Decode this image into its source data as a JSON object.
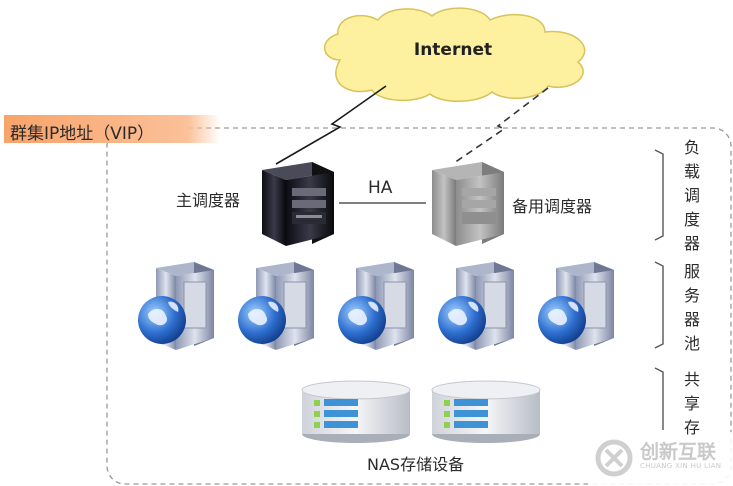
{
  "cloud": {
    "label": "Internet"
  },
  "vip": {
    "label": "群集IP地址（VIP）"
  },
  "primary": {
    "label": "主调度器"
  },
  "backup": {
    "label": "备用调度器"
  },
  "ha": {
    "label": "HA"
  },
  "storage": {
    "label": "NAS存储设备"
  },
  "groups": [
    {
      "label": "负载调度器",
      "chars": [
        "负",
        "载",
        "调",
        "度",
        "器"
      ]
    },
    {
      "label": "服务器池",
      "chars": [
        "服",
        "务",
        "器",
        "池"
      ]
    },
    {
      "label": "共享存",
      "chars": [
        "共",
        "享",
        "存"
      ]
    }
  ],
  "watermark": {
    "text": "创新互联",
    "sub": "CHUANG XIN HU LIAN"
  },
  "colors": {
    "vip_bar": "#f8a36a",
    "cloud": "#fdf1a0",
    "disk": "#3d93d6",
    "globe": "#2f6fd0"
  }
}
